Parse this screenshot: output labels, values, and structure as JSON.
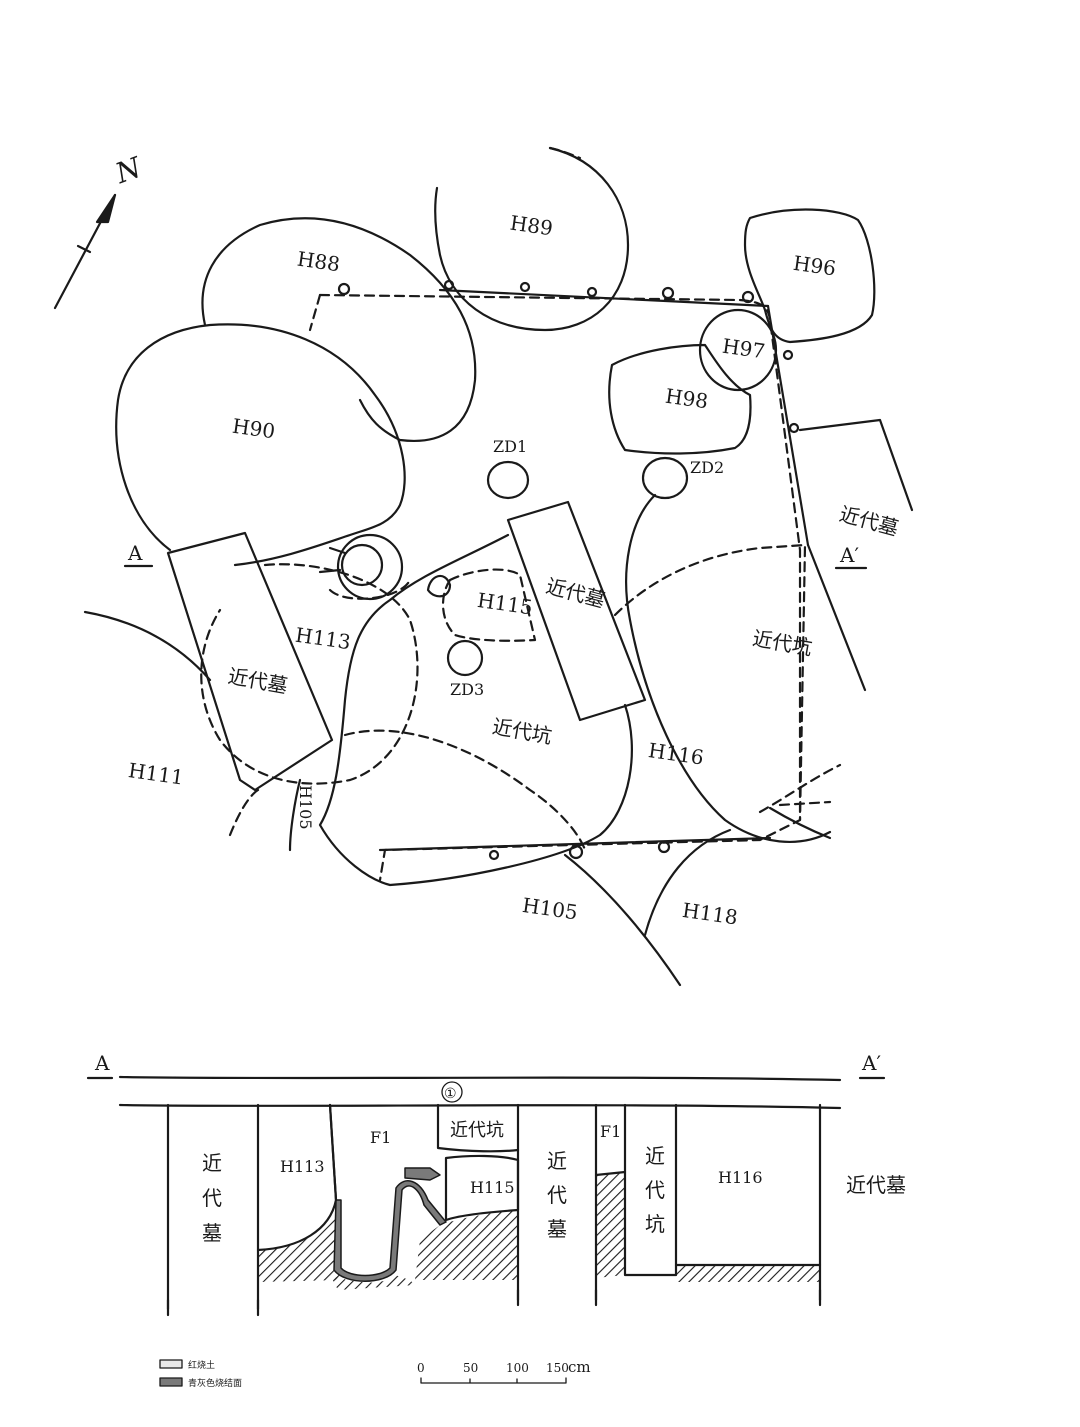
{
  "plan": {
    "north_label": "N",
    "section_marker_left": "A",
    "section_marker_right": "A′",
    "features": {
      "H88": "H88",
      "H89": "H89",
      "H90": "H90",
      "H96": "H96",
      "H97": "H97",
      "H98": "H98",
      "ZD1": "ZD1",
      "ZD2": "ZD2",
      "ZD3": "ZD3",
      "H115": "H115",
      "H113": "H113",
      "H111": "H111",
      "H105_vertical": "H105",
      "H105": "H105",
      "H116": "H116",
      "H118": "H118",
      "modern_tomb_left": "近代墓",
      "modern_tomb_center": "近代墓",
      "modern_tomb_right": "近代墓",
      "modern_pit_center": "近代坑",
      "modern_pit_right": "近代坑"
    }
  },
  "section": {
    "marker_left": "A",
    "marker_right": "A′",
    "layer_1": "①",
    "modern_tomb_1": [
      "近",
      "代",
      "墓"
    ],
    "H113": "H113",
    "F1_left": "F1",
    "modern_pit_top": "近代坑",
    "H115": "H115",
    "modern_tomb_2": [
      "近",
      "代",
      "墓"
    ],
    "F1_right": "F1",
    "modern_pit_2": [
      "近",
      "代",
      "坑"
    ],
    "H116": "H116",
    "modern_tomb_3": "近代墓"
  },
  "legend": {
    "items": [
      {
        "label": "红烧土",
        "swatch": "#e9e9e9"
      },
      {
        "label": "青灰色烧结面",
        "swatch": "#7a7a7a"
      }
    ]
  },
  "scale": {
    "ticks": [
      "0",
      "50",
      "100",
      "150"
    ],
    "unit": "cm"
  }
}
